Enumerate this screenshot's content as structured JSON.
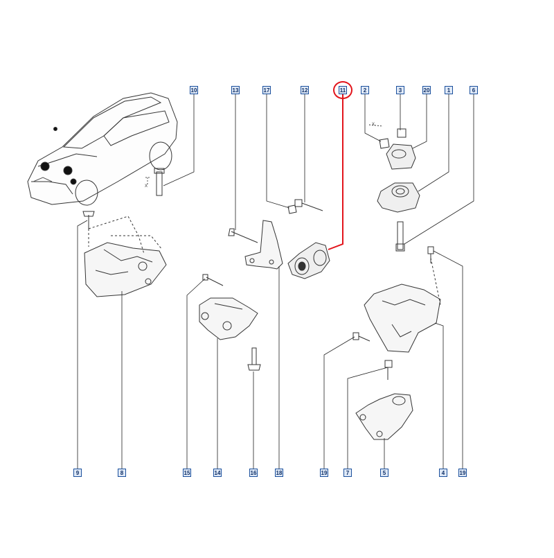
{
  "diagram": {
    "callouts": [
      {
        "id": "c10",
        "text": "10"
      },
      {
        "id": "c13",
        "text": "13"
      },
      {
        "id": "c17",
        "text": "17"
      },
      {
        "id": "c12",
        "text": "12"
      },
      {
        "id": "c11",
        "text": "11"
      },
      {
        "id": "c2",
        "text": "2"
      },
      {
        "id": "c3",
        "text": "3"
      },
      {
        "id": "c20",
        "text": "20"
      },
      {
        "id": "c1",
        "text": "1"
      },
      {
        "id": "c6",
        "text": "6"
      },
      {
        "id": "c9",
        "text": "9"
      },
      {
        "id": "c8",
        "text": "8"
      },
      {
        "id": "c15",
        "text": "15"
      },
      {
        "id": "c14",
        "text": "14"
      },
      {
        "id": "c16",
        "text": "16"
      },
      {
        "id": "c18",
        "text": "18"
      },
      {
        "id": "c19a",
        "text": "19"
      },
      {
        "id": "c7",
        "text": "7"
      },
      {
        "id": "c5",
        "text": "5"
      },
      {
        "id": "c4",
        "text": "4"
      },
      {
        "id": "c19b",
        "text": "19"
      }
    ],
    "selected_callout": "11",
    "highlight_color": "#e2141b",
    "callout_color": "#1a4f9c",
    "dimension_marks": [
      "X",
      "X"
    ]
  }
}
